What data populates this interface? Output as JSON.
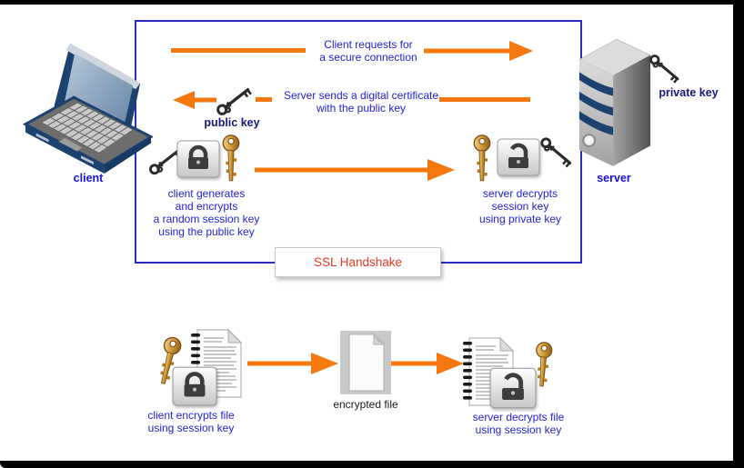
{
  "colors": {
    "arrow_orange": "#F5780F",
    "border_blue": "#2B2BC4",
    "text_blue": "#2222DD",
    "label_blue": "#1414E6",
    "label_navy": "#17177E",
    "title_red": "#E93A28"
  },
  "client": {
    "label": "client"
  },
  "server": {
    "label": "server",
    "private_key_label": "private key"
  },
  "handshake": {
    "title": "SSL Handshake",
    "step1": [
      "Client requests for",
      "a secure connection"
    ],
    "step2": [
      "Server sends a digital certificate",
      "with the public key"
    ],
    "public_key_label": "public key",
    "step3_left": [
      "client generates",
      "and encrypts",
      "a random session key",
      "using the public key"
    ],
    "step3_right": [
      "server decrypts",
      "session key",
      "using private key"
    ]
  },
  "file_flow": {
    "left": [
      "client encrypts file",
      "using session key"
    ],
    "middle_label": "encrypted file",
    "right": [
      "server decrypts file",
      "using session key"
    ]
  }
}
